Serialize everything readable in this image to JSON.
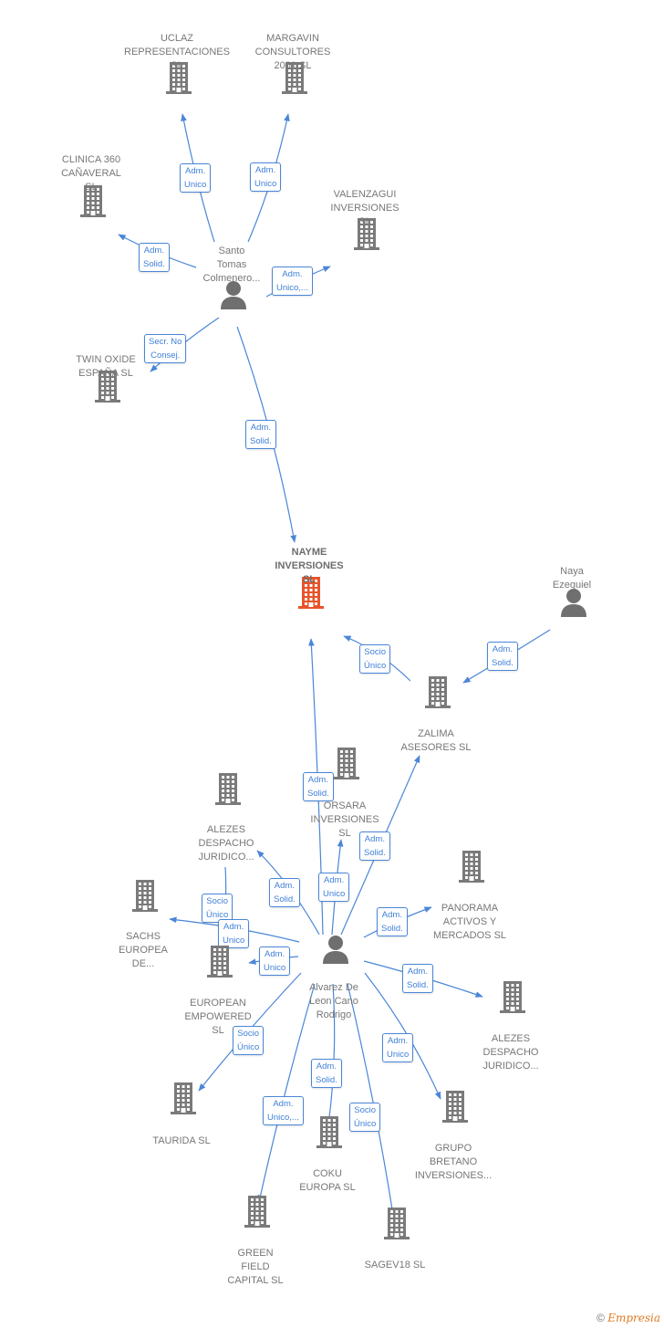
{
  "nodes": [
    {
      "id": "uclaz",
      "kind": "company",
      "label": "UCLAZ\nREPRESENTACIONES\nSL"
    },
    {
      "id": "margavin",
      "kind": "company",
      "label": "MARGAVIN\nCONSULTORES\n2001 SL"
    },
    {
      "id": "clinica",
      "kind": "company",
      "label": "CLINICA 360\nCAÑAVERAL\nSL"
    },
    {
      "id": "valenzagui",
      "kind": "company",
      "label": "VALENZAGUI\nINVERSIONES\nSL"
    },
    {
      "id": "santo",
      "kind": "person",
      "label": "Santo\nTomas\nColmenero..."
    },
    {
      "id": "twin",
      "kind": "company",
      "label": "TWIN OXIDE\nESPAÑA SL"
    },
    {
      "id": "nayme",
      "kind": "focus",
      "label": "NAYME\nINVERSIONES\nSL"
    },
    {
      "id": "naya",
      "kind": "person",
      "label": "Naya\nEzequiel"
    },
    {
      "id": "zalima",
      "kind": "company",
      "label": "ZALIMA\nASESORES SL"
    },
    {
      "id": "orsara",
      "kind": "company",
      "label": "ORSARA\nINVERSIONES\nSL"
    },
    {
      "id": "alezes1",
      "kind": "company",
      "label": "ALEZES\nDESPACHO\nJURIDICO..."
    },
    {
      "id": "sachs",
      "kind": "company",
      "label": "SACHS\nEUROPEA\nDE..."
    },
    {
      "id": "european",
      "kind": "company",
      "label": "EUROPEAN\nEMPOWERED\nSL"
    },
    {
      "id": "panorama",
      "kind": "company",
      "label": "PANORAMA\nACTIVOS Y\nMERCADOS  SL"
    },
    {
      "id": "alvarez",
      "kind": "person",
      "label": "Alvarez De\nLeon Cano\nRodrigo"
    },
    {
      "id": "alezes2",
      "kind": "company",
      "label": "ALEZES\nDESPACHO\nJURIDICO..."
    },
    {
      "id": "taurida",
      "kind": "company",
      "label": "TAURIDA  SL"
    },
    {
      "id": "grupo",
      "kind": "company",
      "label": "GRUPO\nBRETANO\nINVERSIONES..."
    },
    {
      "id": "coku",
      "kind": "company",
      "label": "COKU\nEUROPA  SL"
    },
    {
      "id": "green",
      "kind": "company",
      "label": "GREEN\nFIELD\nCAPITAL  SL"
    },
    {
      "id": "sagev",
      "kind": "company",
      "label": "SAGEV18  SL"
    }
  ],
  "edges": [
    {
      "from": "santo",
      "to": "uclaz",
      "label": "Adm.\nUnico"
    },
    {
      "from": "santo",
      "to": "margavin",
      "label": "Adm.\nUnico"
    },
    {
      "from": "santo",
      "to": "clinica",
      "label": "Adm.\nSolid."
    },
    {
      "from": "santo",
      "to": "valenzagui",
      "label": "Adm.\nUnico,..."
    },
    {
      "from": "santo",
      "to": "twin",
      "label": "Secr.  No\nConsej."
    },
    {
      "from": "santo",
      "to": "nayme",
      "label": "Adm.\nSolid."
    },
    {
      "from": "naya",
      "to": "zalima",
      "label": "Adm.\nSolid."
    },
    {
      "from": "zalima",
      "to": "nayme",
      "label": "Socio\nÚnico"
    },
    {
      "from": "alvarez",
      "to": "nayme",
      "label": "Adm.\nSolid."
    },
    {
      "from": "alvarez",
      "to": "zalima",
      "label": "Adm.\nSolid."
    },
    {
      "from": "alvarez",
      "to": "orsara",
      "label": "Adm.\nUnico"
    },
    {
      "from": "alvarez",
      "to": "alezes1",
      "label": "Adm.\nSolid."
    },
    {
      "from": "alezes1",
      "to": "european",
      "label": "Socio\nÚnico"
    },
    {
      "from": "alvarez",
      "to": "sachs",
      "label": "Adm.\nUnico"
    },
    {
      "from": "alvarez",
      "to": "european",
      "label": "Adm.\nUnico"
    },
    {
      "from": "alvarez",
      "to": "panorama",
      "label": "Adm.\nSolid."
    },
    {
      "from": "alvarez",
      "to": "alezes2",
      "label": "Adm.\nSolid."
    },
    {
      "from": "alvarez",
      "to": "taurida",
      "label": "Socio\nÚnico"
    },
    {
      "from": "alvarez",
      "to": "grupo",
      "label": "Adm.\nUnico"
    },
    {
      "from": "alvarez",
      "to": "coku",
      "label": "Adm.\nSolid."
    },
    {
      "from": "alvarez",
      "to": "green",
      "label": "Adm.\nUnico,..."
    },
    {
      "from": "alvarez",
      "to": "sagev",
      "label": "Socio\nÚnico"
    }
  ],
  "colors": {
    "edge": "#4a86d8",
    "company": "#7a7a7a",
    "focus": "#e8542a",
    "person": "#6f6f6f"
  },
  "watermark": {
    "symbol": "©",
    "brand": "Empresia"
  }
}
